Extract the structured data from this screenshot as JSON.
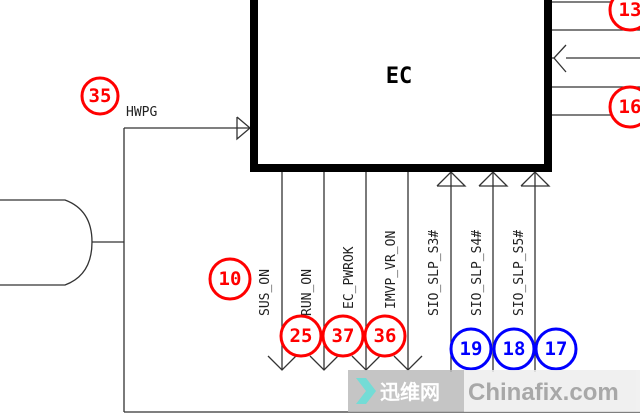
{
  "block": {
    "label": "EC"
  },
  "input_signal": {
    "label": "HWPG",
    "marker": "35"
  },
  "outputs": [
    {
      "label": "SUS_ON",
      "marker": "10"
    },
    {
      "label": "RUN_ON",
      "marker": "25"
    },
    {
      "label": "EC_PWROK",
      "marker": "37"
    },
    {
      "label": "IMVP_VR_ON",
      "marker": "36"
    }
  ],
  "inputs": [
    {
      "label": "SIO_SLP_S3#",
      "marker": "19"
    },
    {
      "label": "SIO_SLP_S4#",
      "marker": "18"
    },
    {
      "label": "SIO_SLP_S5#",
      "marker": "17"
    }
  ],
  "right_markers": [
    "13",
    "16"
  ],
  "colors": {
    "red_marker": "#ff0000",
    "blue_marker": "#0000ff"
  },
  "watermark": {
    "cn": "迅维网",
    "en": "Chinafix.com"
  }
}
